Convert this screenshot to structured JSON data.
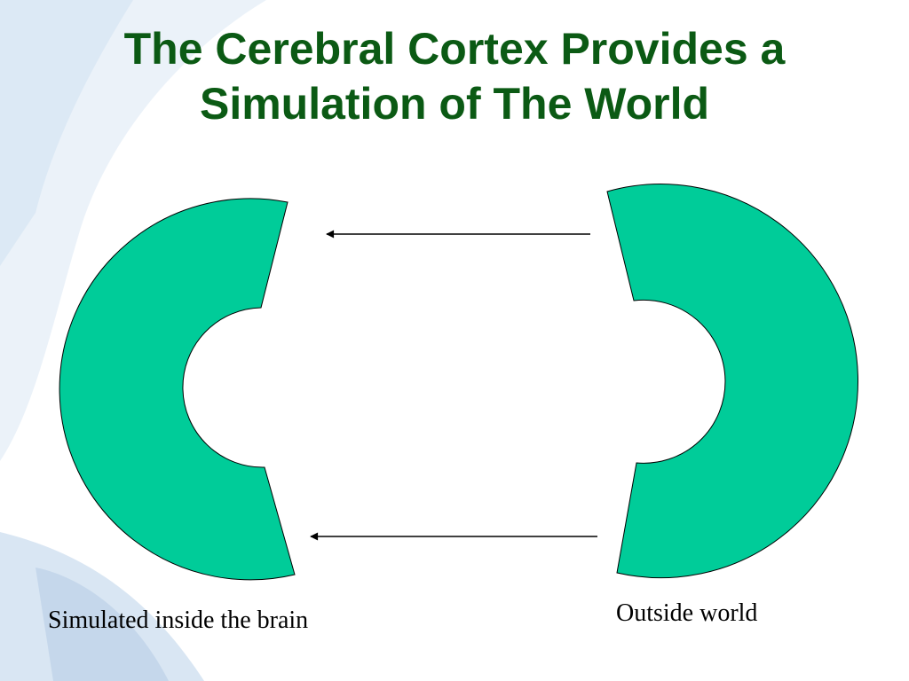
{
  "slide": {
    "title_line1": "The Cerebral Cortex Provides a",
    "title_line2": "Simulation of The World"
  },
  "diagram": {
    "left_label": "Simulated inside the brain",
    "right_label": "Outside world",
    "shape_fill": "#00cc99",
    "shape_stroke": "#000000",
    "arrow_color": "#000000",
    "title_color": "#0b5a14"
  }
}
